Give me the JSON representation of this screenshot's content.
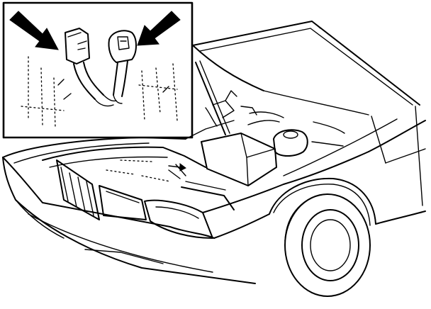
{
  "figure": {
    "subject": "car-front-engine-bay",
    "inset": {
      "arrows": 2,
      "callout": "connectors"
    }
  },
  "colors": {
    "ink": "#000000",
    "paper": "#ffffff"
  }
}
